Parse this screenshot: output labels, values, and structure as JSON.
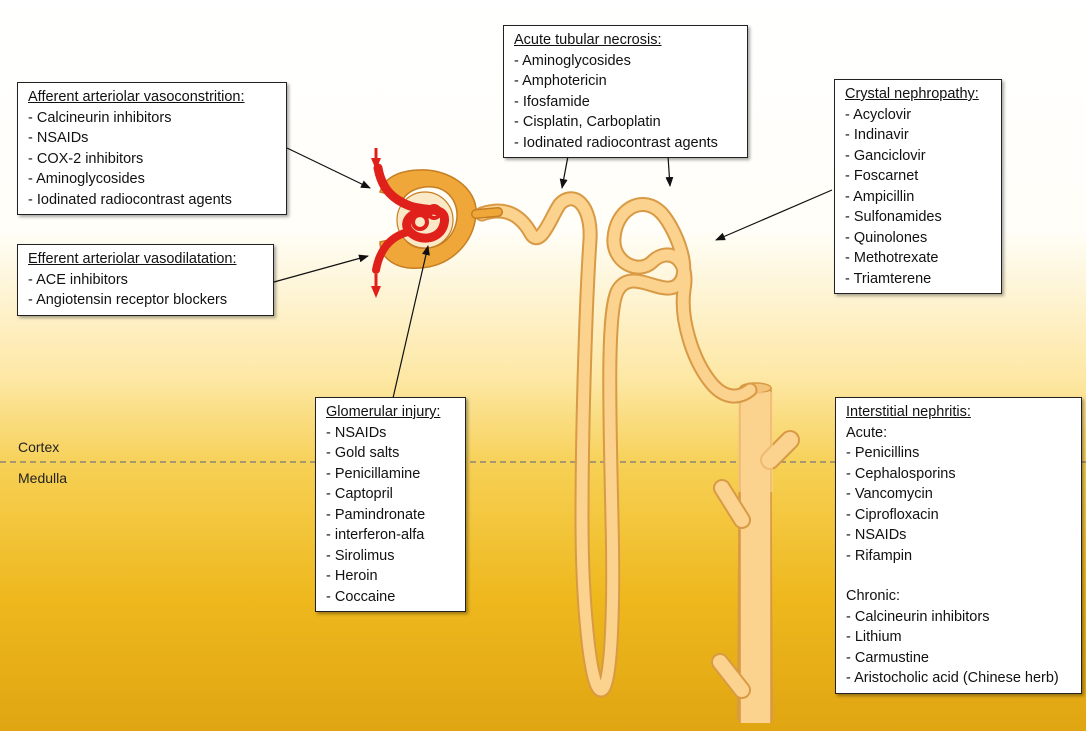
{
  "zones": {
    "cortex": "Cortex",
    "medulla": "Medulla"
  },
  "colors": {
    "tubule_fill": "#fcd28f",
    "tubule_outline": "#d89a45",
    "vessel_red": "#e0201b",
    "capsule_fill": "#f0a73a",
    "background_top": "#ffffff",
    "background_bottom": "#e0a512"
  },
  "afferent": {
    "title": "Afferent arteriolar vasoconstrition:",
    "items": [
      "Calcineurin inhibitors",
      "NSAIDs",
      "COX-2 inhibitors",
      "Aminoglycosides",
      "Iodinated radiocontrast agents"
    ]
  },
  "efferent": {
    "title": "Efferent arteriolar vasodilatation:",
    "items": [
      "ACE inhibitors",
      "Angiotensin receptor blockers"
    ]
  },
  "atn": {
    "title": "Acute tubular necrosis:",
    "items": [
      "Aminoglycosides",
      "Amphotericin",
      "Ifosfamide",
      "Cisplatin, Carboplatin",
      "Iodinated radiocontrast agents"
    ]
  },
  "crystal": {
    "title": "Crystal nephropathy:",
    "items": [
      "Acyclovir",
      "Indinavir",
      "Ganciclovir",
      "Foscarnet",
      "Ampicillin",
      "Sulfonamides",
      "Quinolones",
      "Methotrexate",
      "Triamterene"
    ]
  },
  "glomerular": {
    "title": "Glomerular injury:",
    "items": [
      "NSAIDs",
      "Gold salts",
      "Penicillamine",
      "Captopril",
      "Pamindronate",
      "interferon-alfa",
      "Sirolimus",
      "Heroin",
      "Coccaine"
    ]
  },
  "interstitial": {
    "title": "Interstitial nephritis:",
    "acute_label": "Acute:",
    "acute": [
      "Penicillins",
      "Cephalosporins",
      "Vancomycin",
      "Ciprofloxacin",
      "NSAIDs",
      "Rifampin"
    ],
    "chronic_label": "Chronic:",
    "chronic": [
      "Calcineurin inhibitors",
      "Lithium",
      "Carmustine",
      "Aristocholic acid (Chinese herb)"
    ]
  }
}
